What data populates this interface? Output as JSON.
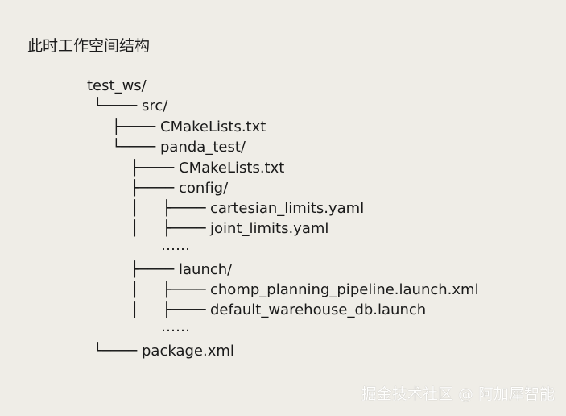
{
  "title": "此时工作空间结构",
  "tree": [
    {
      "prefix": "",
      "name": "test_ws/"
    },
    {
      "prefix": "└──── ",
      "name": "src/"
    },
    {
      "prefix": "├──── ",
      "name": "CMakeLists.txt"
    },
    {
      "prefix": "└──── ",
      "name": "panda_test/"
    },
    {
      "prefix": "├──── ",
      "name": "CMakeLists.txt"
    },
    {
      "prefix": "├──── ",
      "name": "config/"
    },
    {
      "prefix": "│     ├──── ",
      "name": "cartesian_limits.yaml"
    },
    {
      "prefix": "│     ├──── ",
      "name": "joint_limits.yaml"
    },
    {
      "prefix": "",
      "name": "……"
    },
    {
      "prefix": "├──── ",
      "name": "launch/"
    },
    {
      "prefix": "│     ├──── ",
      "name": "chomp_planning_pipeline.launch.xml"
    },
    {
      "prefix": "│     ├──── ",
      "name": "default_warehouse_db.launch"
    },
    {
      "prefix": "",
      "name": "……"
    },
    {
      "prefix": "└──── ",
      "name": "package.xml"
    }
  ],
  "watermark": "掘金技术社区 @ 阿加犀智能"
}
